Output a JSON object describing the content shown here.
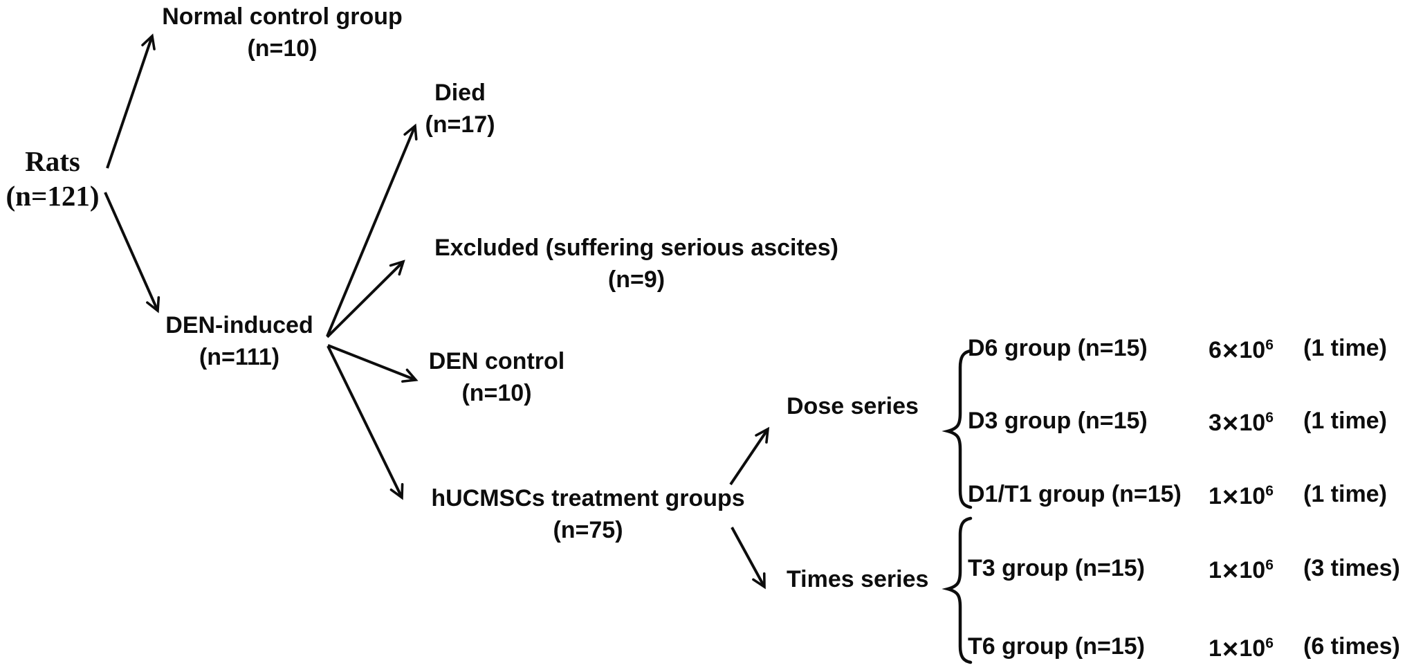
{
  "diagram": {
    "ink_color": "#0d0d0d",
    "background_color": "#ffffff",
    "root": {
      "line1": "Rats",
      "line2": "(n=121)"
    },
    "nodes": {
      "normal_control": {
        "line1": "Normal control group",
        "line2": "(n=10)"
      },
      "died": {
        "line1": "Died",
        "line2": "(n=17)"
      },
      "excluded": {
        "line1": "Excluded (suffering serious ascites)",
        "line2": "(n=9)"
      },
      "den_induced": {
        "line1": "DEN-induced",
        "line2": "(n=111)"
      },
      "den_control": {
        "line1": "DEN control",
        "line2": "(n=10)"
      },
      "hucmscs": {
        "line1": "hUCMSCs treatment groups",
        "line2": "(n=75)"
      },
      "dose_series": {
        "label": "Dose series"
      },
      "times_series": {
        "label": "Times series"
      }
    },
    "dose_rows": [
      {
        "group": "D6 group (n=15)",
        "coef": "6",
        "times": "×",
        "base": "10",
        "exp": "6",
        "note": "(1 time)"
      },
      {
        "group": "D3 group (n=15)",
        "coef": "3",
        "times": "×",
        "base": "10",
        "exp": "6",
        "note": "(1 time)"
      },
      {
        "group": "D1/T1 group (n=15)",
        "coef": "1",
        "times": "×",
        "base": "10",
        "exp": "6",
        "note": "(1 time)"
      }
    ],
    "times_rows": [
      {
        "group": "T3 group (n=15)",
        "coef": "1",
        "times": "×",
        "base": "10",
        "exp": "6",
        "note": "(3 times)"
      },
      {
        "group": "T6 group (n=15)",
        "coef": "1",
        "times": "×",
        "base": "10",
        "exp": "6",
        "note": "(6 times)"
      }
    ]
  }
}
